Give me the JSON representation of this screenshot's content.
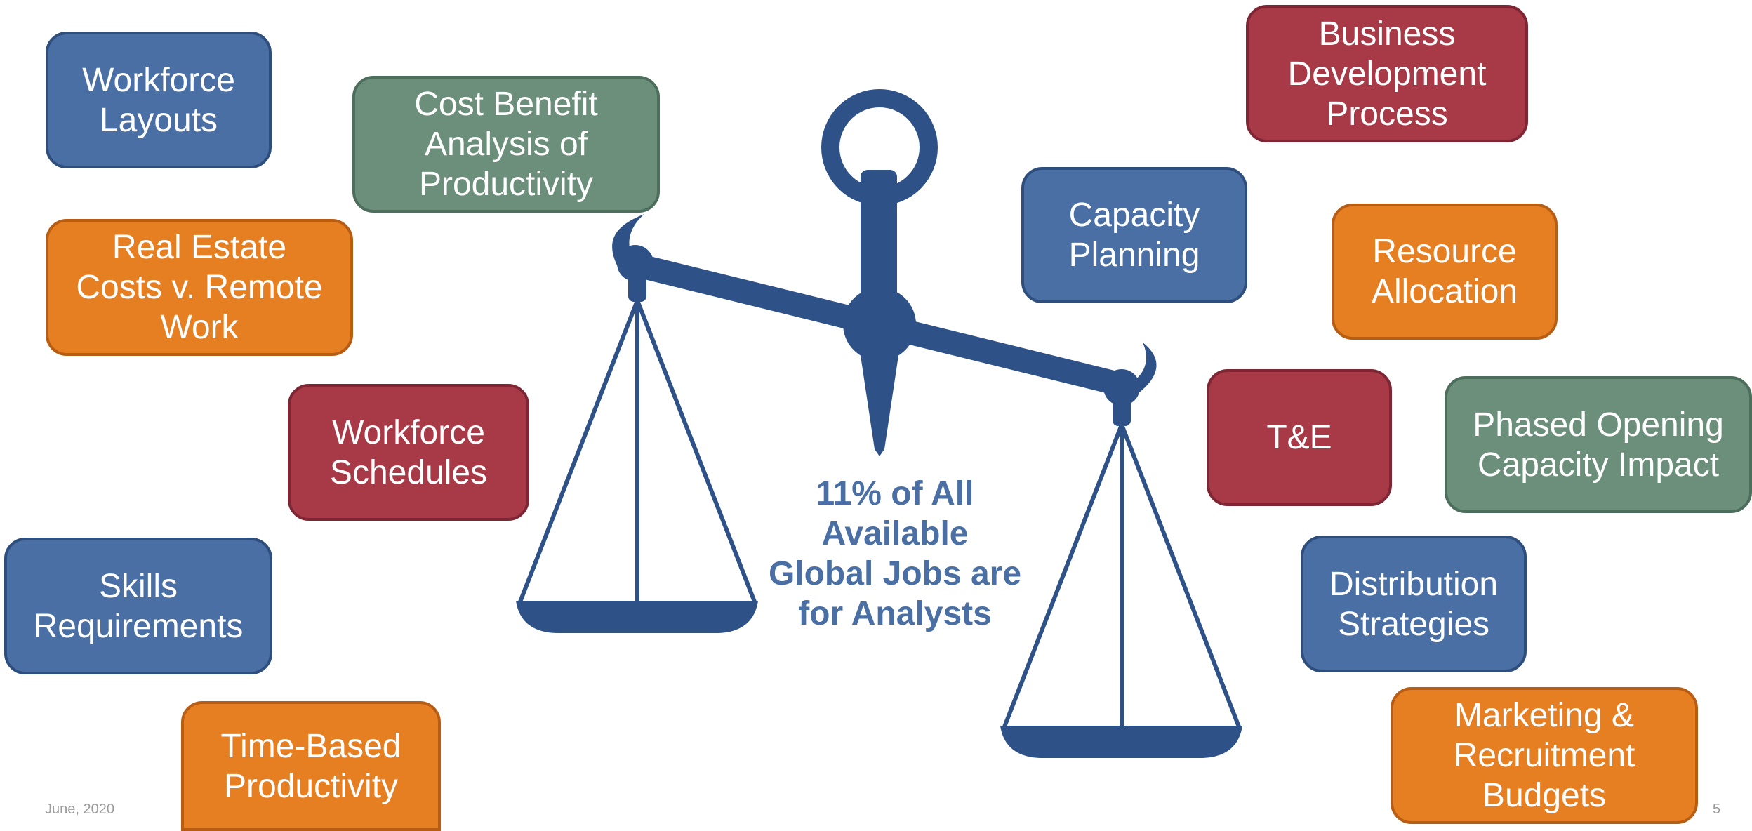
{
  "boxes": {
    "workforce_layouts": "Workforce\nLayouts",
    "cost_benefit": "Cost Benefit\nAnalysis of\nProductivity",
    "real_estate": "Real Estate\nCosts v. Remote\nWork",
    "workforce_schedules": "Workforce\nSchedules",
    "skills_requirements": "Skills\nRequirements",
    "time_based": "Time-Based\nProductivity",
    "business_development": "Business\nDevelopment\nProcess",
    "capacity_planning": "Capacity\nPlanning",
    "resource_allocation": "Resource\nAllocation",
    "te": "T&E",
    "phased_opening": "Phased Opening\nCapacity Impact",
    "distribution_strategies": "Distribution\nStrategies",
    "marketing_recruitment": "Marketing &\nRecruitment\nBudgets"
  },
  "center_text": "11% of All\nAvailable\nGlobal Jobs are\nfor Analysts",
  "footer": {
    "date": "June, 2020",
    "page_number": "5"
  },
  "colors": {
    "blue": "#4a6fa5",
    "green": "#6b8f7b",
    "orange": "#e67e22",
    "red": "#a83a48",
    "scale": "#2e5287"
  }
}
